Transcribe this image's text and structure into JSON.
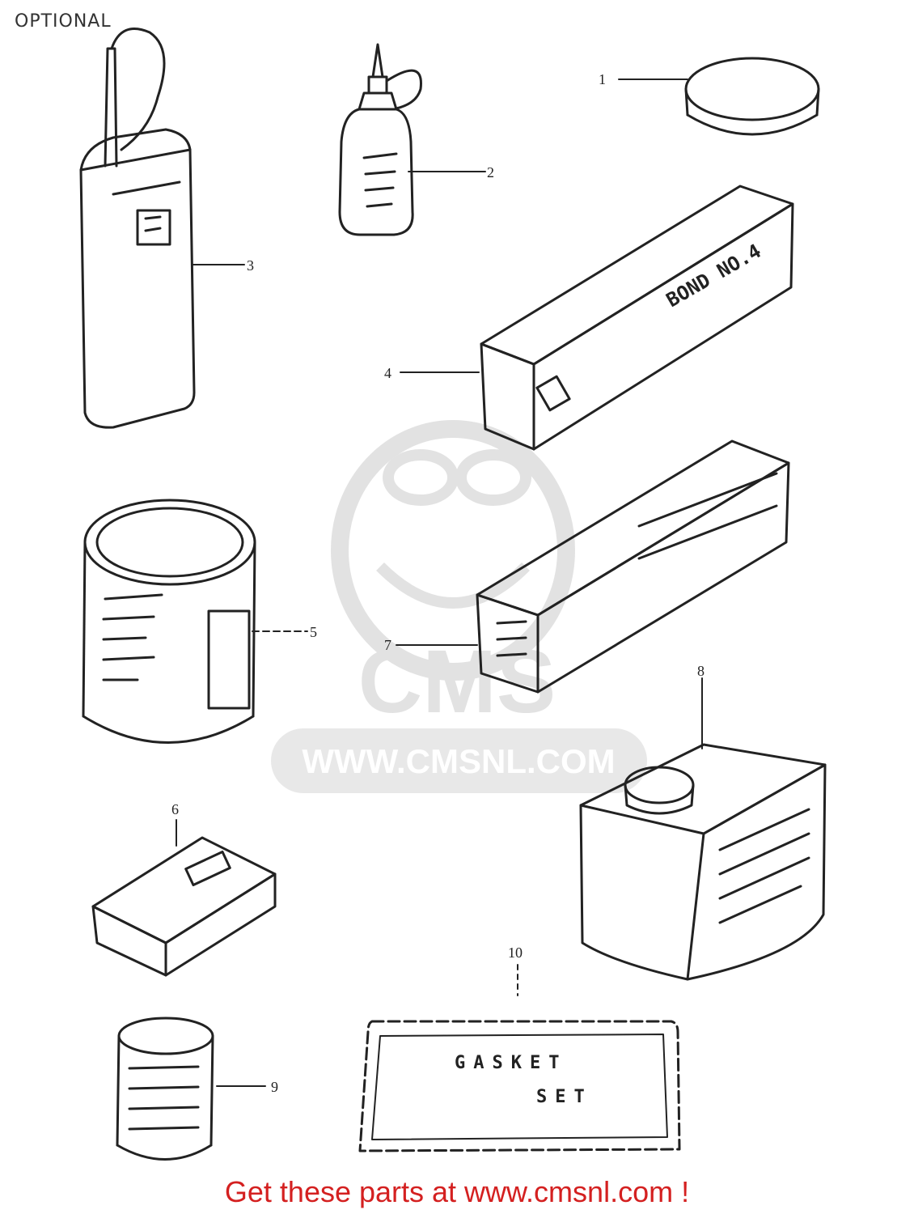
{
  "page": {
    "title": "OPTIONAL",
    "footer": "Get these parts at www.cmsnl.com !"
  },
  "watermark": {
    "brand": "CMS",
    "url": "WWW.CMSNL.COM",
    "color": "#cccccc"
  },
  "callouts": [
    {
      "id": "1",
      "label": "1"
    },
    {
      "id": "2",
      "label": "2"
    },
    {
      "id": "3",
      "label": "3"
    },
    {
      "id": "4",
      "label": "4"
    },
    {
      "id": "5",
      "label": "5"
    },
    {
      "id": "6",
      "label": "6"
    },
    {
      "id": "7",
      "label": "7"
    },
    {
      "id": "8",
      "label": "8"
    },
    {
      "id": "9",
      "label": "9"
    },
    {
      "id": "10",
      "label": "10"
    }
  ],
  "packages": {
    "bond_box": "BOND NO.4",
    "gasket_set": [
      "GASKET",
      "SET"
    ]
  },
  "colors": {
    "ink": "#222222",
    "footer": "#d42020"
  }
}
